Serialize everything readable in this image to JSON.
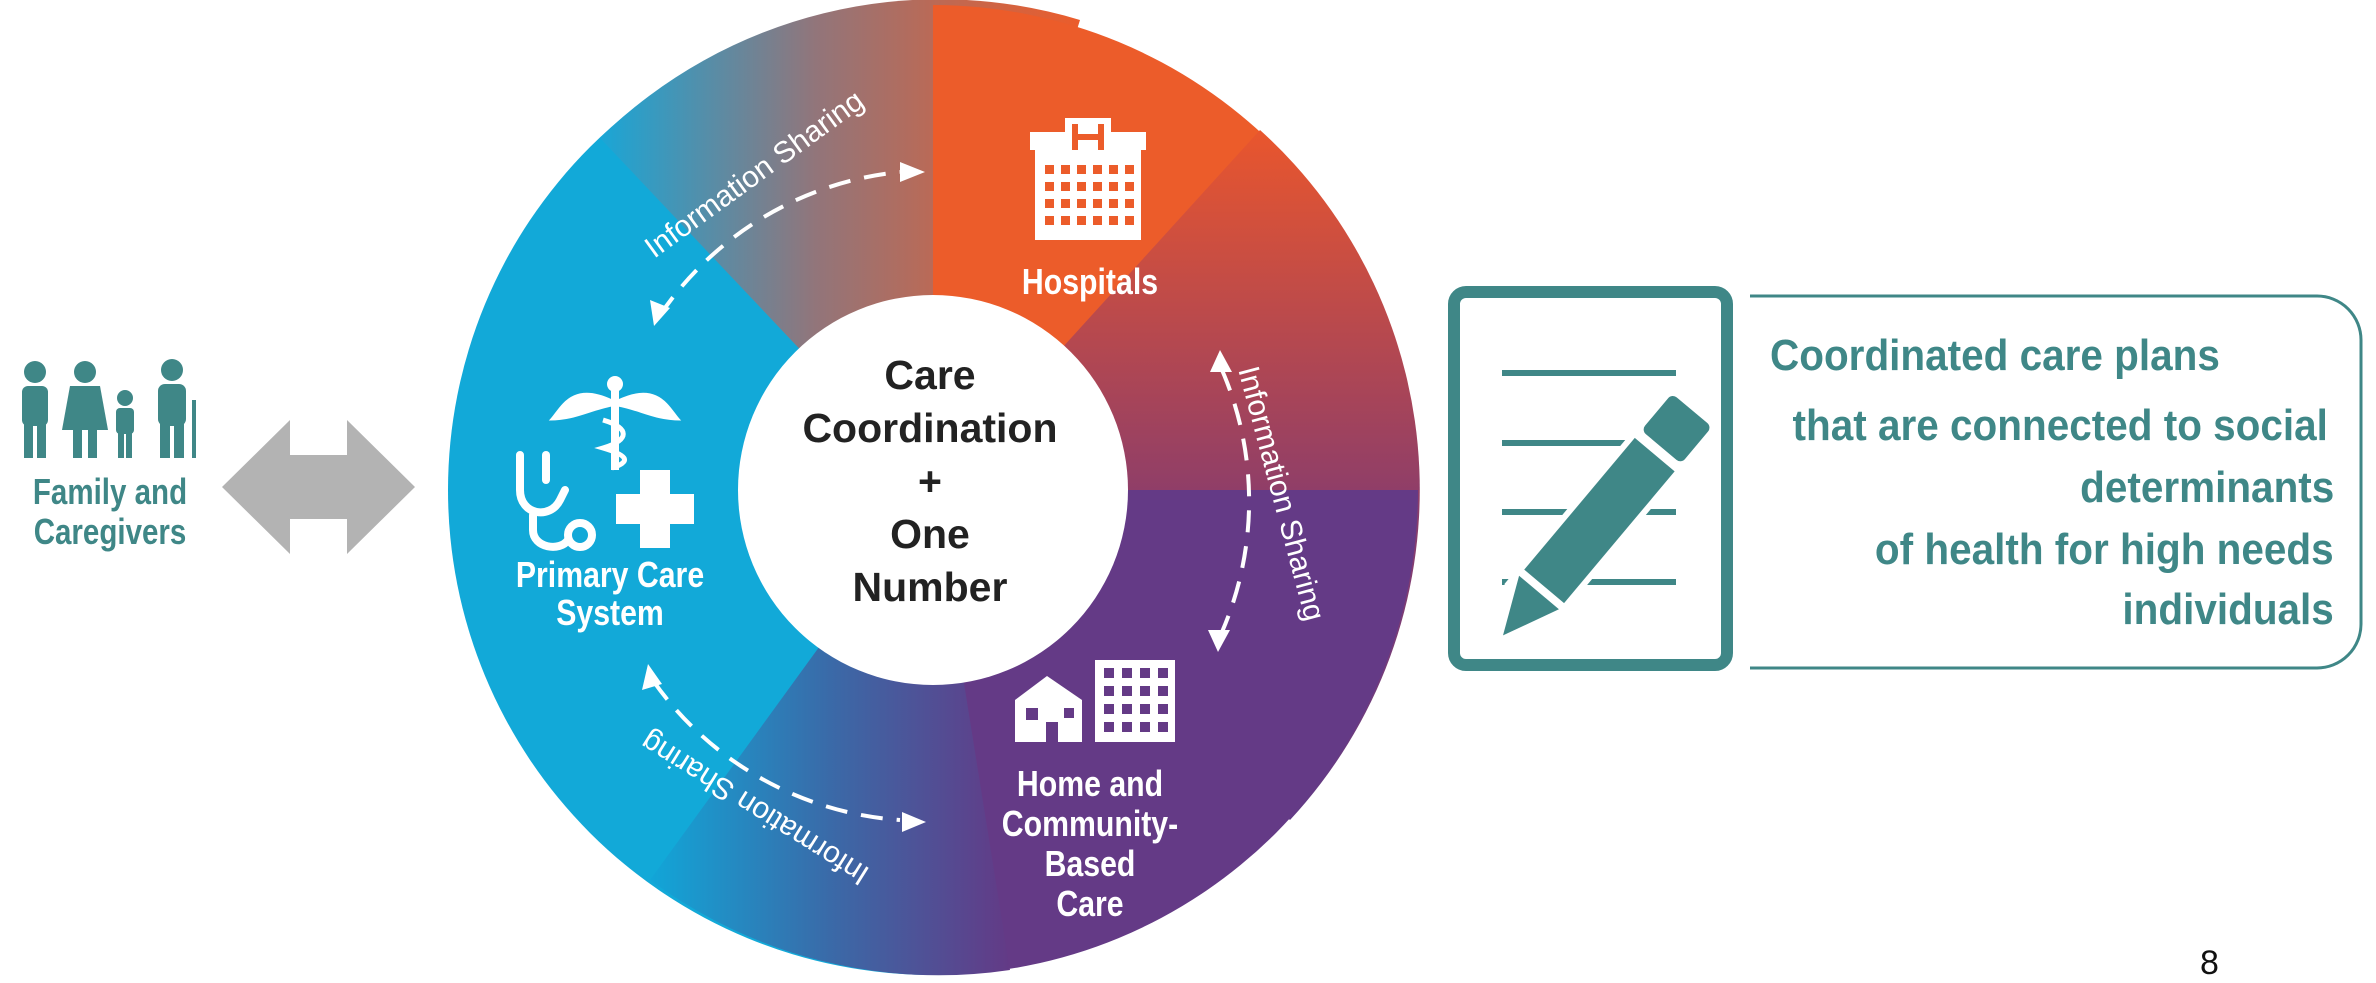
{
  "family": {
    "label_line1": "Family and",
    "label_line2": "Caregivers"
  },
  "hub": {
    "line1": "Care",
    "line2": "Coordination",
    "line3": "+",
    "line4": "One",
    "line5": "Number"
  },
  "nodes": {
    "hospitals": "Hospitals",
    "primary_care_line1": "Primary Care",
    "primary_care_line2": "System",
    "hcbc_line1": "Home and",
    "hcbc_line2": "Community-Based",
    "hcbc_line3": "Care"
  },
  "arcs": {
    "top": "Information Sharing",
    "right": "Information Sharing",
    "bottom": "Information Sharing"
  },
  "care_plan": {
    "line1": "Coordinated care plans",
    "line2": "that are connected to social",
    "line3": "determinants",
    "line4": "of health for high needs",
    "line5": "individuals"
  },
  "page_number": "8",
  "colors": {
    "teal": "#3f8787",
    "blue": "#12a9d8",
    "orange": "#ec5c2a",
    "purple": "#643a86",
    "arrow_gray": "#b3b3b3"
  },
  "icons": {
    "family": "family-icon",
    "double_arrow": "double-arrow-icon",
    "hospital": "hospital-icon",
    "caduceus": "caduceus-icon",
    "stethoscope": "stethoscope-icon",
    "medical_cross": "medical-cross-icon",
    "house": "house-icon",
    "building": "building-icon",
    "document": "document-icon",
    "pencil": "pencil-icon"
  }
}
